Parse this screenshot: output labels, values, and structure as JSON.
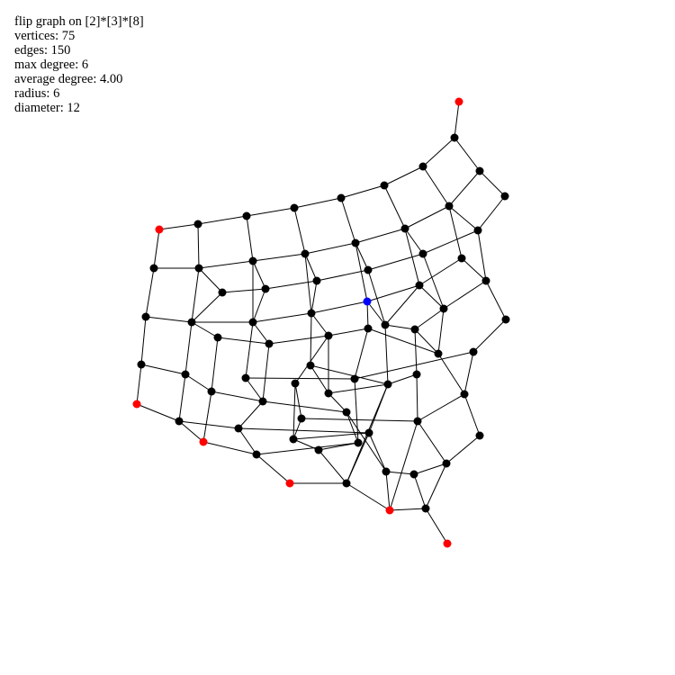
{
  "info": {
    "title": "flip graph on [2]*[3]*[8]",
    "vertices": "vertices: 75",
    "edges": "edges: 150",
    "max_degree": "max degree: 6",
    "average_degree": "average degree: 4.00",
    "radius": "radius: 6",
    "diameter": "diameter: 12"
  },
  "colors": {
    "default_vertex": "#000000",
    "highlight_vertex": "#ff0000",
    "center_vertex": "#0000ff",
    "edge": "#000000"
  }
}
